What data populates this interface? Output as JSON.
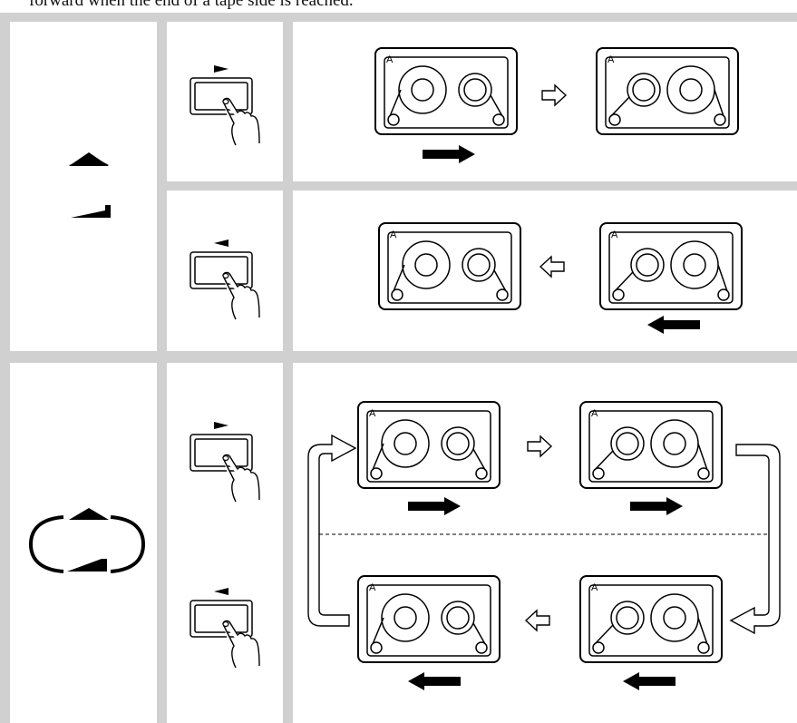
{
  "caption": "forward when the end of a tape side is reached.",
  "cassette_label": "A",
  "rows": [
    {
      "mode": "one-way-forward",
      "button": "play-forward",
      "transition": "right",
      "tape_motion": "forward"
    },
    {
      "mode": "one-way-reverse",
      "button": "play-reverse",
      "transition": "left",
      "tape_motion": "reverse"
    },
    {
      "mode": "auto-reverse-loop",
      "buttons": [
        "play-forward",
        "play-reverse"
      ],
      "tape_motion": [
        "forward",
        "reverse"
      ]
    }
  ],
  "colors": {
    "grid": "#d0d0d0",
    "ink": "#000000",
    "background": "#ffffff"
  }
}
